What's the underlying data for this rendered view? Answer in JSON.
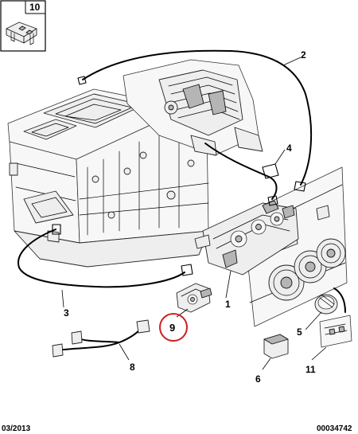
{
  "callouts": {
    "c1": "1",
    "c2": "2",
    "c3": "3",
    "c4": "4",
    "c5": "5",
    "c6": "6",
    "c8": "8",
    "c9": "9",
    "c10": "10",
    "c11": "11"
  },
  "highlight_color": "#cc1f1f",
  "footer": {
    "date": "03/2013",
    "reference": "00034742"
  }
}
